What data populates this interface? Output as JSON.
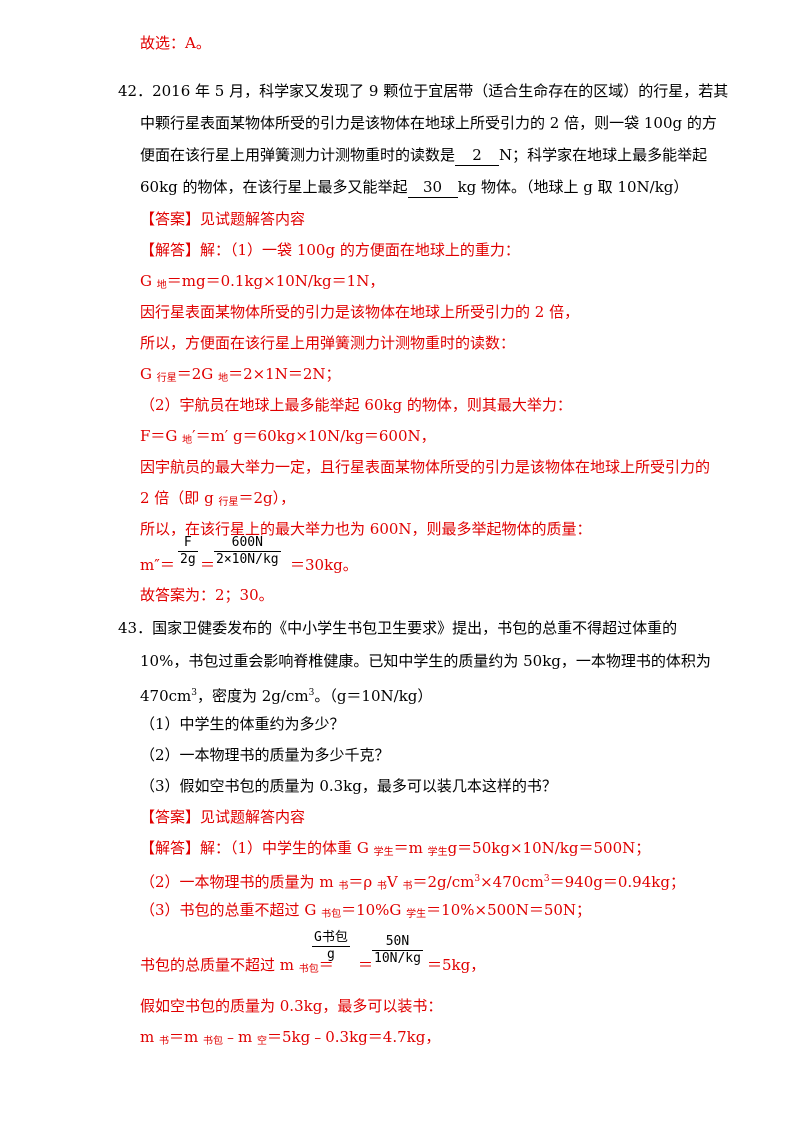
{
  "q41_end": "故选：A。",
  "q42": {
    "number": "42．",
    "line1": "2016 年 5 月，科学家又发现了 9 颗位于宜居带（适合生命存在的区域）的行星，若其",
    "line2": "中颗行星表面某物体所受的引力是该物体在地球上所受引力的 2 倍，则一袋 100g 的方",
    "line3_pre": "便面在该行星上用弹簧测力计测物重时的读数是",
    "blank1": "2",
    "line3_post": "N；科学家在地球上最多能举起",
    "line4_pre": "60kg 的物体，在该行星上最多又能举起",
    "blank2": "30",
    "line4_post": "kg 物体。（地球上 g 取 10N/kg）",
    "answer": "【答案】见试题解答内容",
    "sol_head": "【解答】解：（1）一袋 100g 的方便面在地球上的重力：",
    "sol1_a": "G ",
    "sol1_sub": "地",
    "sol1_b": "＝mg＝0.1kg×10N/kg＝1N，",
    "sol2": "因行星表面某物体所受的引力是该物体在地球上所受引力的 2 倍，",
    "sol3": "所以，方便面在该行星上用弹簧测力计测物重时的读数：",
    "sol4_a": "G ",
    "sol4_sub1": "行星",
    "sol4_b": "＝2G ",
    "sol4_sub2": "地",
    "sol4_c": "＝2×1N＝2N；",
    "sol5": "（2）宇航员在地球上最多能举起 60kg 的物体，则其最大举力：",
    "sol6_a": "F＝G ",
    "sol6_sub": "地",
    "sol6_b": "′＝m′ g＝60kg×10N/kg＝600N，",
    "sol7": "因宇航员的最大举力一定，且行星表面某物体所受的引力是该物体在地球上所受引力的",
    "sol8_a": "2 倍（即 g ",
    "sol8_sub": "行星",
    "sol8_b": "＝2g），",
    "sol9": "所以，在该行星上的最大举力也为 600N，则最多举起物体的质量：",
    "sol10_a": "m″＝",
    "frac1_num": "F",
    "frac1_den": "2g",
    "sol10_b": "＝",
    "frac2_num": "600N",
    "frac2_den": "2×10N/kg",
    "sol10_c": "＝30kg。",
    "final": "故答案为：2；30。"
  },
  "q43": {
    "number": "43．",
    "line1": "国家卫健委发布的《中小学生书包卫生要求》提出，书包的总重不得超过体重的",
    "line2": "10%，书包过重会影响脊椎健康。已知中学生的质量约为 50kg，一本物理书的体积为",
    "line3_a": "470cm",
    "line3_sup": "3",
    "line3_b": "，密度为 2g/cm",
    "line3_sup2": "3",
    "line3_c": "。（g＝10N/kg）",
    "q1": "（1）中学生的体重约为多少？",
    "q2": "（2）一本物理书的质量为多少千克？",
    "q3": "（3）假如空书包的质量为 0.3kg，最多可以装几本这样的书？",
    "answer": "【答案】见试题解答内容",
    "s1_a": "【解答】解：（1）中学生的体重 G ",
    "s1_sub1": "学生",
    "s1_b": "＝m ",
    "s1_sub2": "学生",
    "s1_c": "g＝50kg×10N/kg＝500N；",
    "s2_a": "（2）一本物理书的质量为 m ",
    "s2_sub1": "书",
    "s2_b": "＝ρ ",
    "s2_sub2": "书",
    "s2_c": "V ",
    "s2_sub3": "书",
    "s2_d": "＝2g/cm",
    "s2_sup1": "3",
    "s2_e": "×470cm",
    "s2_sup2": "3",
    "s2_f": "＝940g＝0.94kg；",
    "s3_a": "（3）书包的总重不超过 G ",
    "s3_sub1": "书包",
    "s3_b": "＝10%G ",
    "s3_sub2": "学生",
    "s3_c": "＝10%×500N＝50N；",
    "s4_a": "书包的总质量不超过 m ",
    "s4_sub": "书包",
    "s4_b": "＝",
    "frac3_num": "G书包",
    "frac3_den": "g",
    "s4_c": "＝",
    "frac4_num": "50N",
    "frac4_den": "10N/kg",
    "s4_d": "＝5kg，",
    "s5": "假如空书包的质量为 0.3kg，最多可以装书：",
    "s6_a": "m ",
    "s6_sub1": "书",
    "s6_b": "＝m ",
    "s6_sub2": "书包",
    "s6_c": "﹣m ",
    "s6_sub3": "空",
    "s6_d": "＝5kg﹣0.3kg＝4.7kg，"
  }
}
